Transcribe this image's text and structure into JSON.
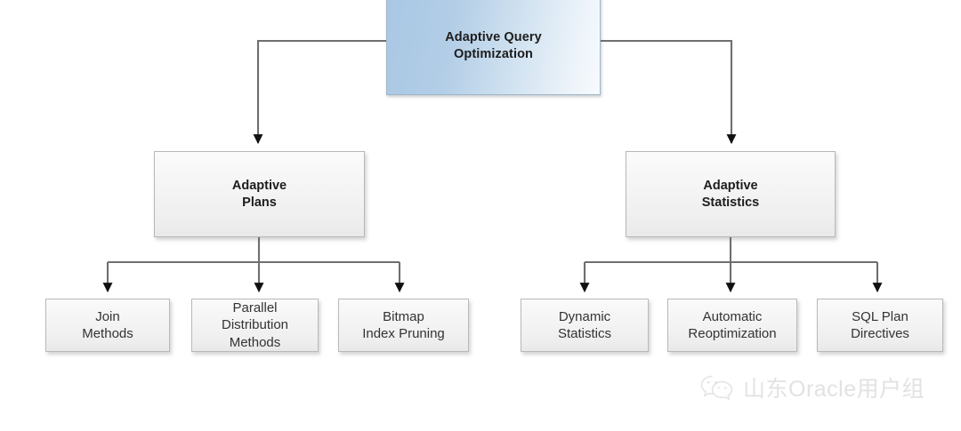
{
  "diagram": {
    "type": "hierarchy-tree",
    "background_color": "#ffffff",
    "root": {
      "label_line1": "Adaptive Query",
      "label_line2": "Optimization",
      "fill_start_color": "#a9c8e4",
      "fill_end_color": "#f7fafd",
      "border_color": "#9fb6c9"
    },
    "branches": [
      {
        "label_line1": "Adaptive",
        "label_line2": "Plans",
        "children": [
          {
            "label_line1": "Join",
            "label_line2": "Methods",
            "label_line3": ""
          },
          {
            "label_line1": "Parallel",
            "label_line2": "Distribution",
            "label_line3": "Methods"
          },
          {
            "label_line1": "Bitmap",
            "label_line2": "Index Pruning",
            "label_line3": ""
          }
        ]
      },
      {
        "label_line1": "Adaptive",
        "label_line2": "Statistics",
        "children": [
          {
            "label_line1": "Dynamic",
            "label_line2": "Statistics",
            "label_line3": ""
          },
          {
            "label_line1": "Automatic",
            "label_line2": "Reoptimization",
            "label_line3": ""
          },
          {
            "label_line1": "SQL Plan",
            "label_line2": "Directives",
            "label_line3": ""
          }
        ]
      }
    ],
    "node_fill_color": "#f2f2f2",
    "node_border_color": "#b9b9b9",
    "connector_color": "#6f6f6f"
  },
  "watermark": {
    "icon": "wechat-icon",
    "text": "山东Oracle用户组",
    "color": "#e2e2e2"
  }
}
